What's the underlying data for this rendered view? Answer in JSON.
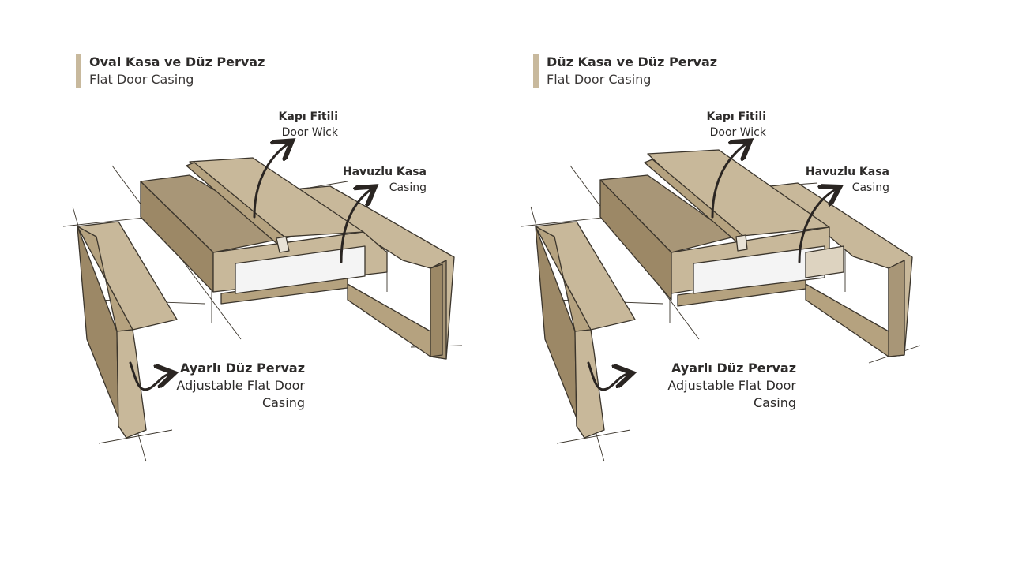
{
  "panels": [
    {
      "title_tr": "Oval Kasa ve Düz Pervaz",
      "title_en": "Flat Door Casing",
      "labels": {
        "wick_tr": "Kapı Fitili",
        "wick_en": "Door Wick",
        "casing_tr": "Havuzlu Kasa",
        "casing_en": "Casing",
        "adjustable_tr": "Ayarlı Düz Pervaz",
        "adjustable_en_1": "Adjustable Flat Door",
        "adjustable_en_2": "Casing"
      }
    },
    {
      "title_tr": "Düz Kasa ve Düz Pervaz",
      "title_en": "Flat Door Casing",
      "labels": {
        "wick_tr": "Kapı Fitili",
        "wick_en": "Door Wick",
        "casing_tr": "Havuzlu Kasa",
        "casing_en": "Casing",
        "adjustable_tr": "Ayarlı Düz Pervaz",
        "adjustable_en_1": "Adjustable Flat Door",
        "adjustable_en_2": "Casing"
      }
    }
  ],
  "colors": {
    "accent_bar": "#c8b99d",
    "wood_light": "#c8b89a",
    "wood_mid": "#b5a27f",
    "wood_dark": "#9c8866",
    "panel_top": "#a89677",
    "stroke": "#3b352c"
  }
}
